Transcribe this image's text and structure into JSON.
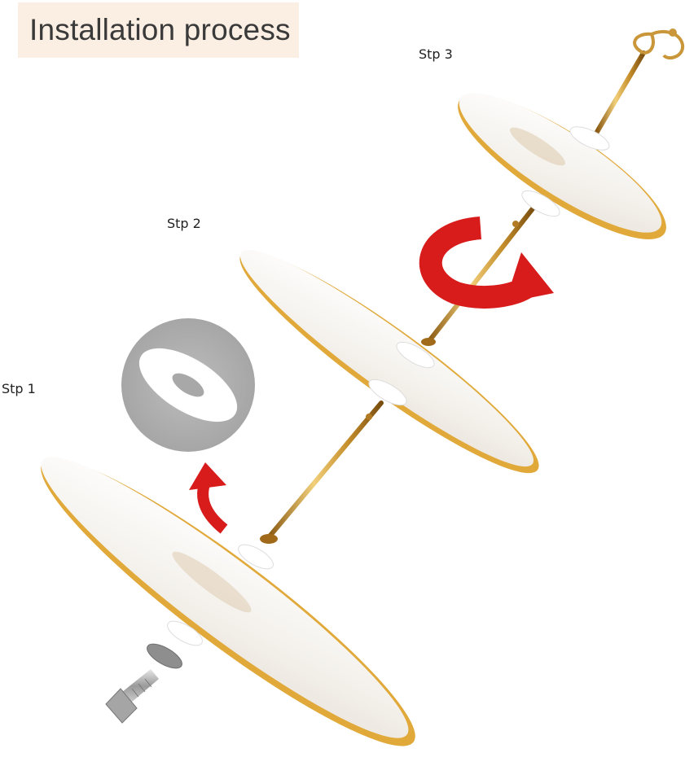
{
  "title": "Installation process",
  "steps": [
    {
      "label": "Stp 1"
    },
    {
      "label": "Stp 2"
    },
    {
      "label": "Stp 3"
    }
  ],
  "colors": {
    "title_bg": "#fbeee3",
    "gold": "#c9973a",
    "arrow": "#d81c1c",
    "washer_zoom_bg": "#b3b3b3"
  }
}
